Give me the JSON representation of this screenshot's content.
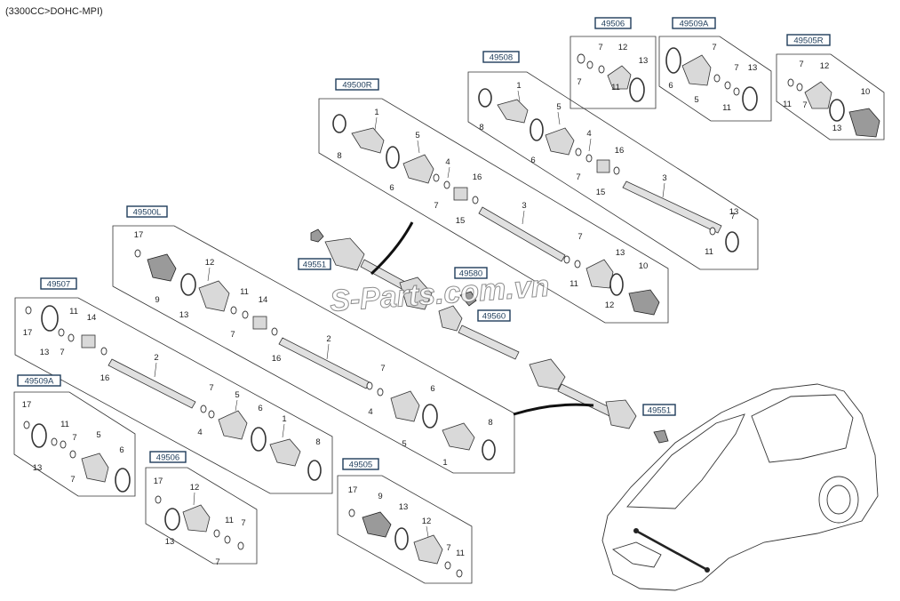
{
  "header": {
    "engine_label": "(3300CC>DOHC-MPI)"
  },
  "watermark": {
    "text": "S-Parts.com.vn"
  },
  "codes": {
    "c49506_top": "49506",
    "c49509A_top": "49509A",
    "c49505R": "49505R",
    "c49508": "49508",
    "c49500R": "49500R",
    "c49500L": "49500L",
    "c49507": "49507",
    "c49509A_left": "49509A",
    "c49506_bottom": "49506",
    "c49505_bottom": "49505",
    "c49551_upper": "49551",
    "c49580": "49580",
    "c49560": "49560",
    "c49551_lower": "49551"
  },
  "colors": {
    "code_box_fill": "#5b8bb4",
    "code_box_stroke": "#1e3c5a",
    "line": "#333333"
  },
  "labels": [
    {
      "id": "n_t506_7a",
      "text": "7"
    },
    {
      "id": "n_t506_12",
      "text": "12"
    },
    {
      "id": "n_t506_13",
      "text": "13"
    },
    {
      "id": "n_t506_7b",
      "text": "7"
    },
    {
      "id": "n_t506_11",
      "text": "11"
    },
    {
      "id": "n_t509_7a",
      "text": "7"
    },
    {
      "id": "n_t509_13",
      "text": "13"
    },
    {
      "id": "n_t509_6",
      "text": "6"
    },
    {
      "id": "n_t509_5",
      "text": "5"
    },
    {
      "id": "n_t509_7b",
      "text": "7"
    },
    {
      "id": "n_t509_11",
      "text": "11"
    },
    {
      "id": "n_r505_7a",
      "text": "7"
    },
    {
      "id": "n_r505_12",
      "text": "12"
    },
    {
      "id": "n_r505_10",
      "text": "10"
    },
    {
      "id": "n_r505_11",
      "text": "11"
    },
    {
      "id": "n_r505_7b",
      "text": "7"
    },
    {
      "id": "n_r505_13",
      "text": "13"
    },
    {
      "id": "n_508_1",
      "text": "1"
    },
    {
      "id": "n_508_5",
      "text": "5"
    },
    {
      "id": "n_508_8",
      "text": "8"
    },
    {
      "id": "n_508_6",
      "text": "6"
    },
    {
      "id": "n_508_4",
      "text": "4"
    },
    {
      "id": "n_508_16",
      "text": "16"
    },
    {
      "id": "n_508_7a",
      "text": "7"
    },
    {
      "id": "n_508_15",
      "text": "15"
    },
    {
      "id": "n_508_3",
      "text": "3"
    },
    {
      "id": "n_508_7b",
      "text": "7"
    },
    {
      "id": "n_508_13",
      "text": "13"
    },
    {
      "id": "n_508_11",
      "text": "11"
    },
    {
      "id": "n_500r_1",
      "text": "1"
    },
    {
      "id": "n_500r_5",
      "text": "5"
    },
    {
      "id": "n_500r_8",
      "text": "8"
    },
    {
      "id": "n_500r_6",
      "text": "6"
    },
    {
      "id": "n_500r_4",
      "text": "4"
    },
    {
      "id": "n_500r_16",
      "text": "16"
    },
    {
      "id": "n_500r_7a",
      "text": "7"
    },
    {
      "id": "n_500r_15",
      "text": "15"
    },
    {
      "id": "n_500r_3",
      "text": "3"
    },
    {
      "id": "n_500r_7b",
      "text": "7"
    },
    {
      "id": "n_500r_13",
      "text": "13"
    },
    {
      "id": "n_500r_10",
      "text": "10"
    },
    {
      "id": "n_500r_11",
      "text": "11"
    },
    {
      "id": "n_500r_12",
      "text": "12"
    },
    {
      "id": "n_500l_17",
      "text": "17"
    },
    {
      "id": "n_500l_12",
      "text": "12"
    },
    {
      "id": "n_500l_9",
      "text": "9"
    },
    {
      "id": "n_500l_13",
      "text": "13"
    },
    {
      "id": "n_500l_11",
      "text": "11"
    },
    {
      "id": "n_500l_14",
      "text": "14"
    },
    {
      "id": "n_500l_7a",
      "text": "7"
    },
    {
      "id": "n_500l_2",
      "text": "2"
    },
    {
      "id": "n_500l_16",
      "text": "16"
    },
    {
      "id": "n_500l_7b",
      "text": "7"
    },
    {
      "id": "n_500l_6",
      "text": "6"
    },
    {
      "id": "n_500l_4",
      "text": "4"
    },
    {
      "id": "n_500l_5",
      "text": "5"
    },
    {
      "id": "n_500l_8",
      "text": "8"
    },
    {
      "id": "n_500l_1",
      "text": "1"
    },
    {
      "id": "n_507_17",
      "text": "17"
    },
    {
      "id": "n_507_11",
      "text": "11"
    },
    {
      "id": "n_507_14",
      "text": "14"
    },
    {
      "id": "n_507_13",
      "text": "13"
    },
    {
      "id": "n_507_7a",
      "text": "7"
    },
    {
      "id": "n_507_16",
      "text": "16"
    },
    {
      "id": "n_507_2",
      "text": "2"
    },
    {
      "id": "n_507_7b",
      "text": "7"
    },
    {
      "id": "n_507_4",
      "text": "4"
    },
    {
      "id": "n_507_5",
      "text": "5"
    },
    {
      "id": "n_507_6",
      "text": "6"
    },
    {
      "id": "n_507_1",
      "text": "1"
    },
    {
      "id": "n_507_8",
      "text": "8"
    },
    {
      "id": "n_l509_17",
      "text": "17"
    },
    {
      "id": "n_l509_11",
      "text": "11"
    },
    {
      "id": "n_l509_5",
      "text": "5"
    },
    {
      "id": "n_l509_13",
      "text": "13"
    },
    {
      "id": "n_l509_7a",
      "text": "7"
    },
    {
      "id": "n_l509_6",
      "text": "6"
    },
    {
      "id": "n_l509_7b",
      "text": "7"
    },
    {
      "id": "n_b506_17",
      "text": "17"
    },
    {
      "id": "n_b506_12",
      "text": "12"
    },
    {
      "id": "n_b506_11",
      "text": "11"
    },
    {
      "id": "n_b506_7a",
      "text": "7"
    },
    {
      "id": "n_b506_13",
      "text": "13"
    },
    {
      "id": "n_b506_7b",
      "text": "7"
    },
    {
      "id": "n_b505_17",
      "text": "17"
    },
    {
      "id": "n_b505_9",
      "text": "9"
    },
    {
      "id": "n_b505_13",
      "text": "13"
    },
    {
      "id": "n_b505_12",
      "text": "12"
    },
    {
      "id": "n_b505_7",
      "text": "7"
    },
    {
      "id": "n_b505_11",
      "text": "11"
    }
  ]
}
